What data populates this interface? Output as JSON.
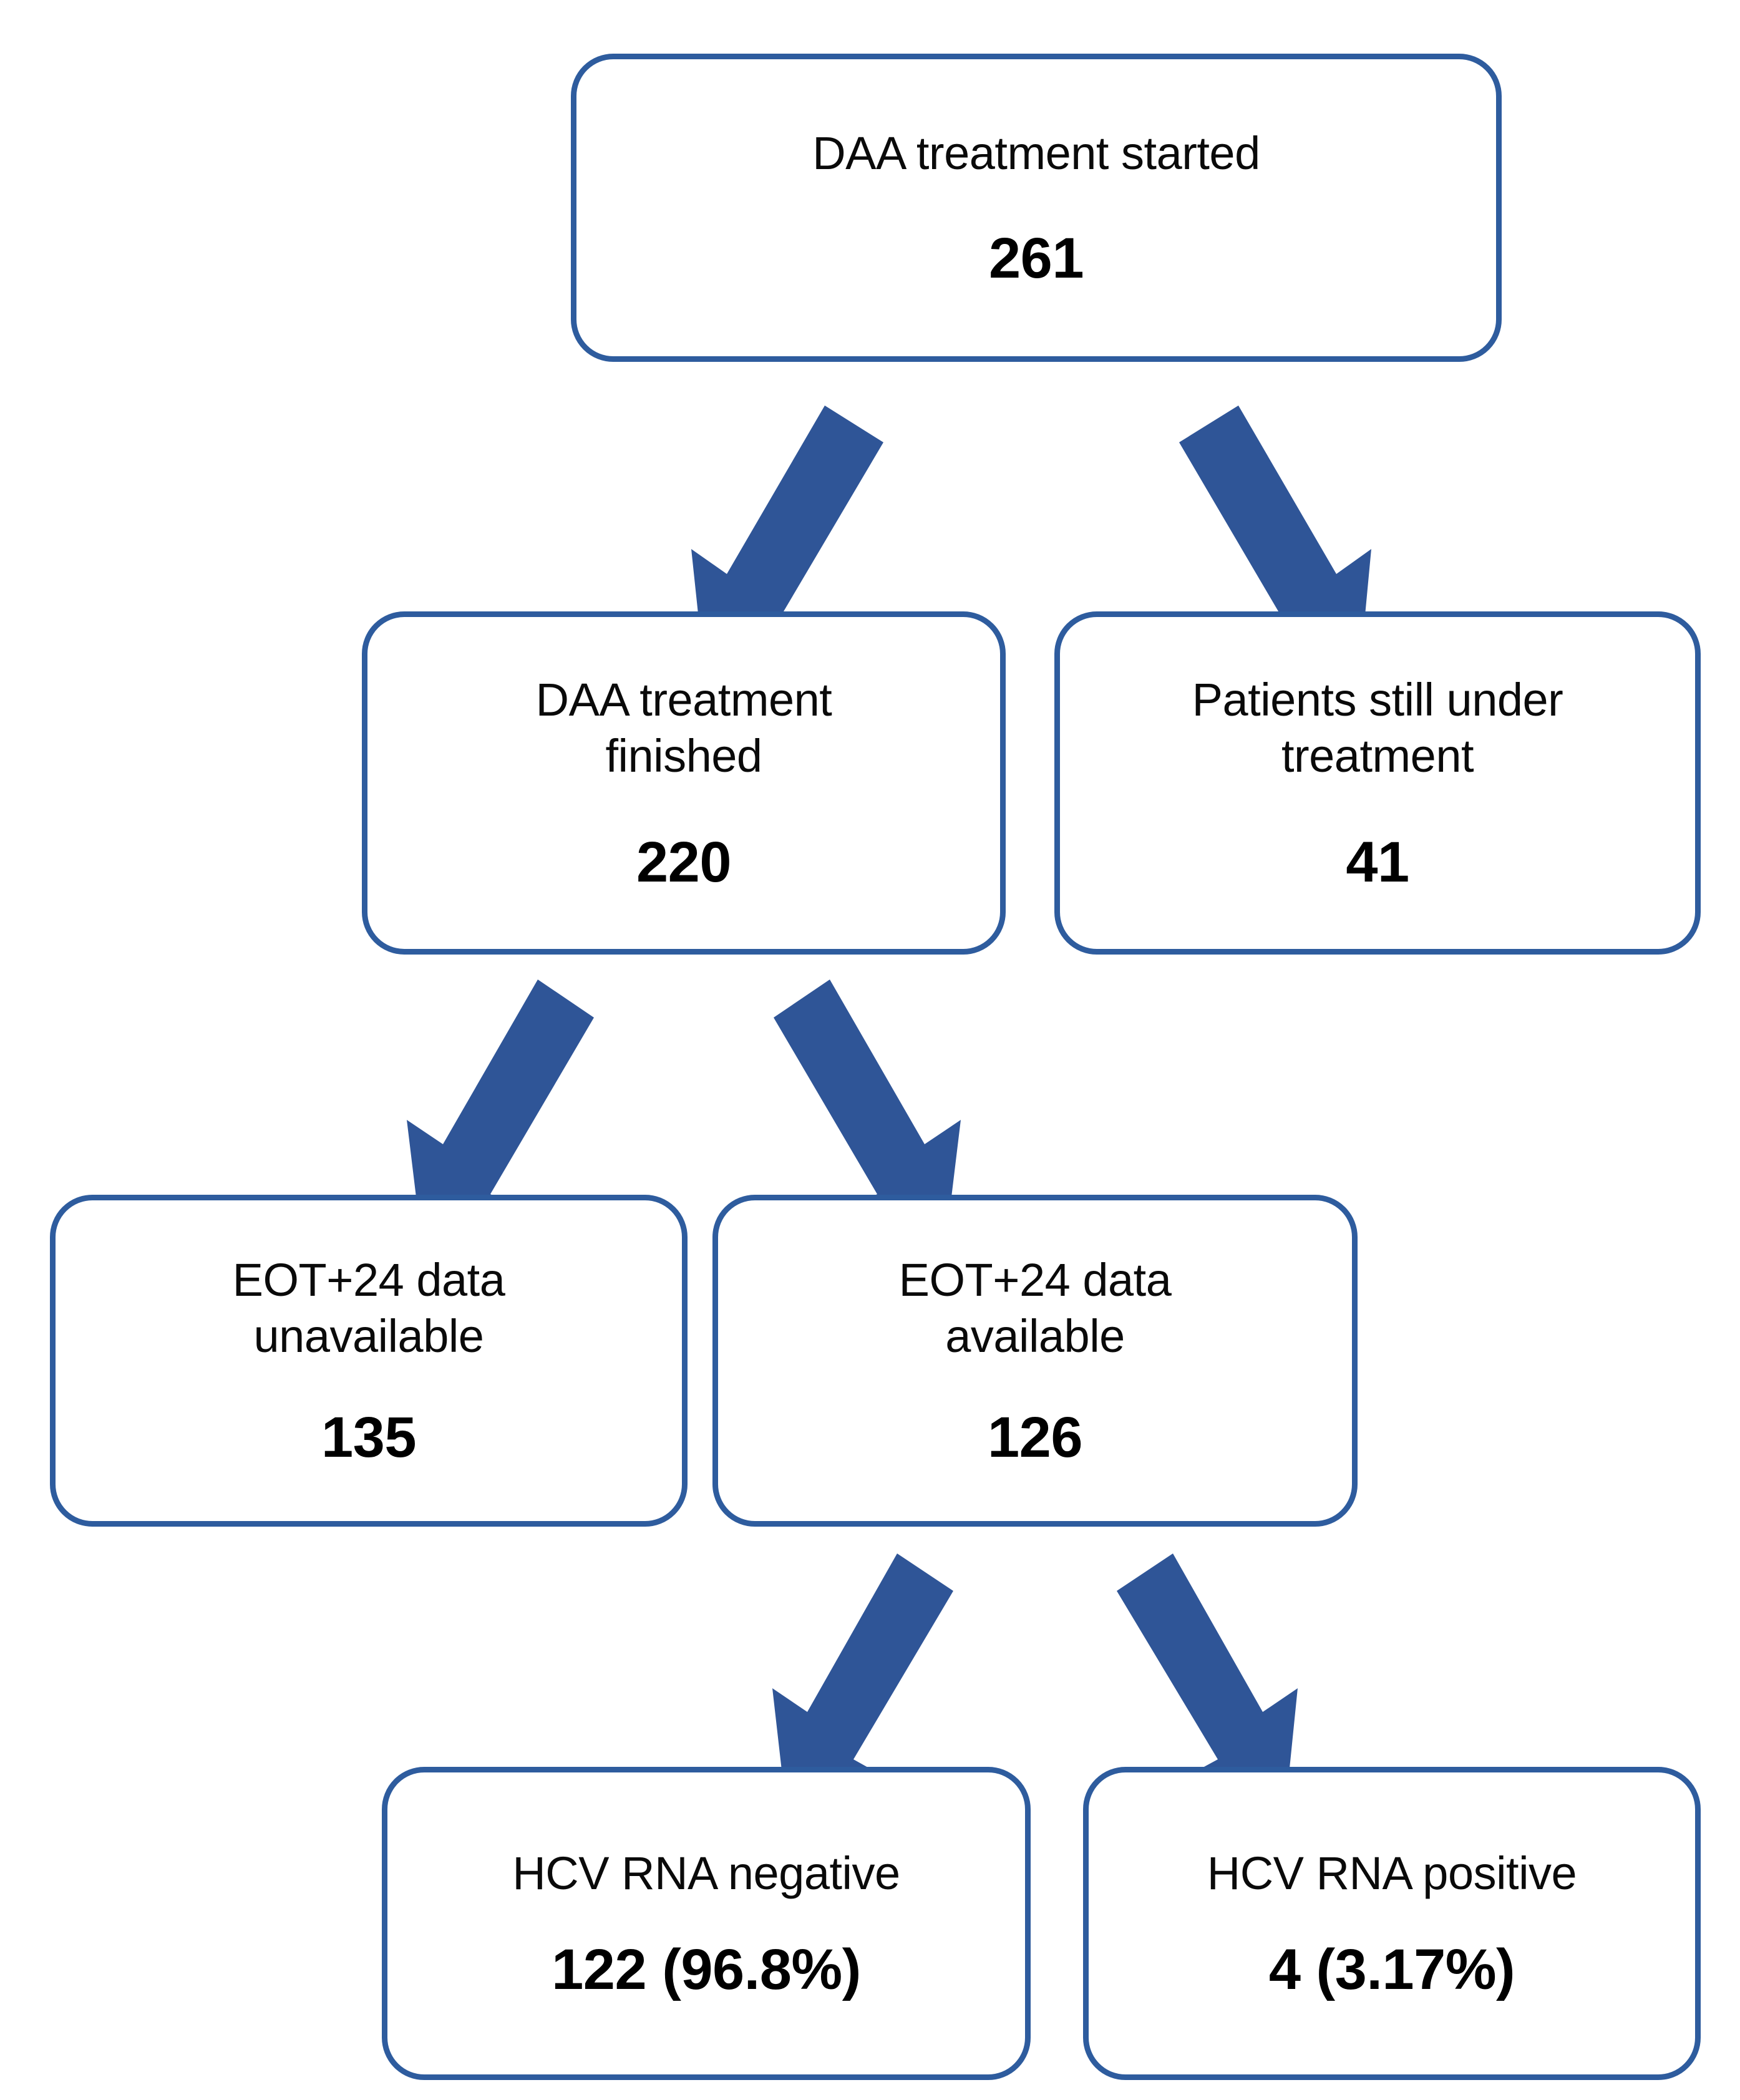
{
  "diagram": {
    "type": "patient-flow-chart",
    "title": "DAA treatment patient flow",
    "colors": {
      "box_border": "#2E5C9E",
      "arrow_fill": "#2F5597",
      "box_fill": "#FFFFFF",
      "text": "#000000",
      "background": "#FFFFFF"
    },
    "nodes": [
      {
        "id": "daa-started",
        "label": "DAA treatment  started",
        "value": "261"
      },
      {
        "id": "daa-finished",
        "label": "DAA treatment\nfinished",
        "value": "220"
      },
      {
        "id": "still-under-treatment",
        "label": "Patients still under\ntreatment",
        "value": "41"
      },
      {
        "id": "eot24-unavailable",
        "label": "EOT+24 data\nunavailable",
        "value": "135"
      },
      {
        "id": "eot24-available",
        "label": "EOT+24 data\navailable",
        "value": "126"
      },
      {
        "id": "hcv-negative",
        "label": "HCV RNA negative",
        "value": "122 (96.8%)"
      },
      {
        "id": "hcv-positive",
        "label": "HCV RNA positive",
        "value": "4 (3.17%)"
      }
    ],
    "edges": [
      {
        "id": "edge-started-to-finished",
        "from": "daa-started",
        "to": "daa-finished",
        "direction": "down-left"
      },
      {
        "id": "edge-started-to-under-treatment",
        "from": "daa-started",
        "to": "still-under-treatment",
        "direction": "down-right"
      },
      {
        "id": "edge-finished-to-unavailable",
        "from": "daa-finished",
        "to": "eot24-unavailable",
        "direction": "down-left"
      },
      {
        "id": "edge-finished-to-available",
        "from": "daa-finished",
        "to": "eot24-available",
        "direction": "down-right"
      },
      {
        "id": "edge-available-to-negative",
        "from": "eot24-available",
        "to": "hcv-negative",
        "direction": "down-left"
      },
      {
        "id": "edge-available-to-positive",
        "from": "eot24-available",
        "to": "hcv-positive",
        "direction": "down-right"
      }
    ]
  }
}
